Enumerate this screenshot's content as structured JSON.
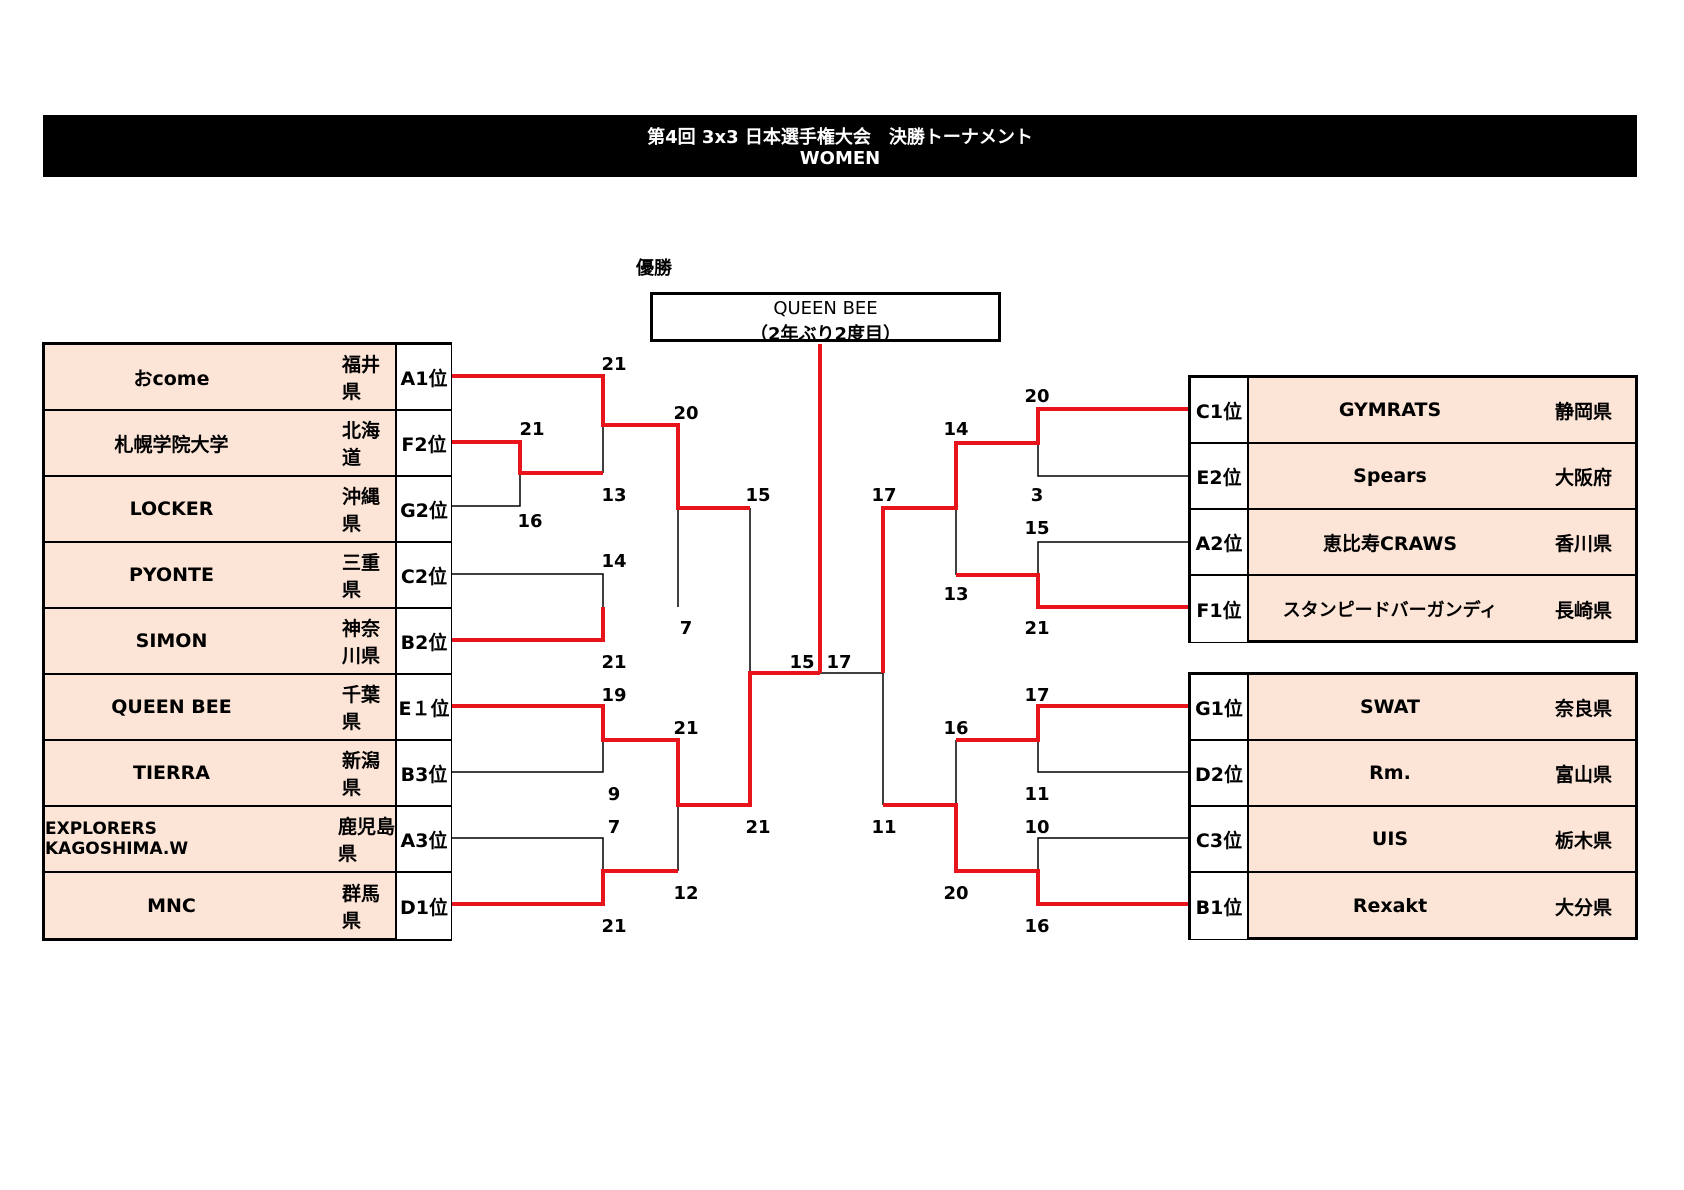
{
  "header": {
    "title": "第4回 3x3 日本選手権大会　決勝トーナメント",
    "subtitle": "WOMEN"
  },
  "champion": {
    "label": "優勝",
    "team": "QUEEN BEE",
    "note": "（2年ぶり2度目）"
  },
  "left_teams": [
    {
      "team": "おcome",
      "pref": "福井県",
      "seed": "A1位"
    },
    {
      "team": "札幌学院大学",
      "pref": "北海道",
      "seed": "F2位"
    },
    {
      "team": "LOCKER",
      "pref": "沖縄県",
      "seed": "G2位"
    },
    {
      "team": "PYONTE",
      "pref": "三重県",
      "seed": "C2位"
    },
    {
      "team": "SIMON",
      "pref": "神奈川県",
      "seed": "B2位"
    },
    {
      "team": "QUEEN BEE",
      "pref": "千葉県",
      "seed": "E１位"
    },
    {
      "team": "TIERRA",
      "pref": "新潟県",
      "seed": "B3位"
    },
    {
      "team": "EXPLORERS KAGOSHIMA.W",
      "pref": "鹿児島県",
      "seed": "A3位"
    },
    {
      "team": "MNC",
      "pref": "群馬県",
      "seed": "D1位"
    }
  ],
  "right_teams_top": [
    {
      "team": "GYMRATS",
      "pref": "静岡県",
      "seed": "C1位"
    },
    {
      "team": "Spears",
      "pref": "大阪府",
      "seed": "E2位"
    },
    {
      "team": "恵比寿CRAWS",
      "pref": "香川県",
      "seed": "A2位"
    },
    {
      "team": "スタンピードバーガンディ",
      "pref": "長崎県",
      "seed": "F1位"
    }
  ],
  "right_teams_bottom": [
    {
      "team": "SWAT",
      "pref": "奈良県",
      "seed": "G1位"
    },
    {
      "team": "Rm.",
      "pref": "富山県",
      "seed": "D2位"
    },
    {
      "team": "UIS",
      "pref": "栃木県",
      "seed": "C3位"
    },
    {
      "team": "Rexakt",
      "pref": "大分県",
      "seed": "B1位"
    }
  ],
  "scores": {
    "l_pre_f2": "21",
    "l_pre_g2": "16",
    "l_r1_a1": "21",
    "l_r1_f2": "13",
    "l_r1_c2": "14",
    "l_r1_b2": "21",
    "l_r1_e1": "19",
    "l_r1_b3": "9",
    "l_r1_a3": "7",
    "l_r1_d1": "21",
    "l_qf1_top": "20",
    "l_qf1_bot": "7",
    "l_qf2_top": "21",
    "l_qf2_bot": "12",
    "l_sf_top": "15",
    "l_sf_bot": "21",
    "r_r1_c1": "20",
    "r_r1_e2": "3",
    "r_r1_a2": "15",
    "r_r1_f1": "21",
    "r_r1_g1": "17",
    "r_r1_d2": "11",
    "r_r1_c3": "10",
    "r_r1_b1": "16",
    "r_qf1_top": "14",
    "r_qf1_bot": "13",
    "r_qf2_top": "16",
    "r_qf2_bot": "20",
    "r_sf_top": "17",
    "r_sf_bot": "11",
    "final_left": "15",
    "final_right": "17"
  },
  "colors": {
    "winner_line": "#e8141b",
    "cell_fill": "#fce4d6"
  }
}
